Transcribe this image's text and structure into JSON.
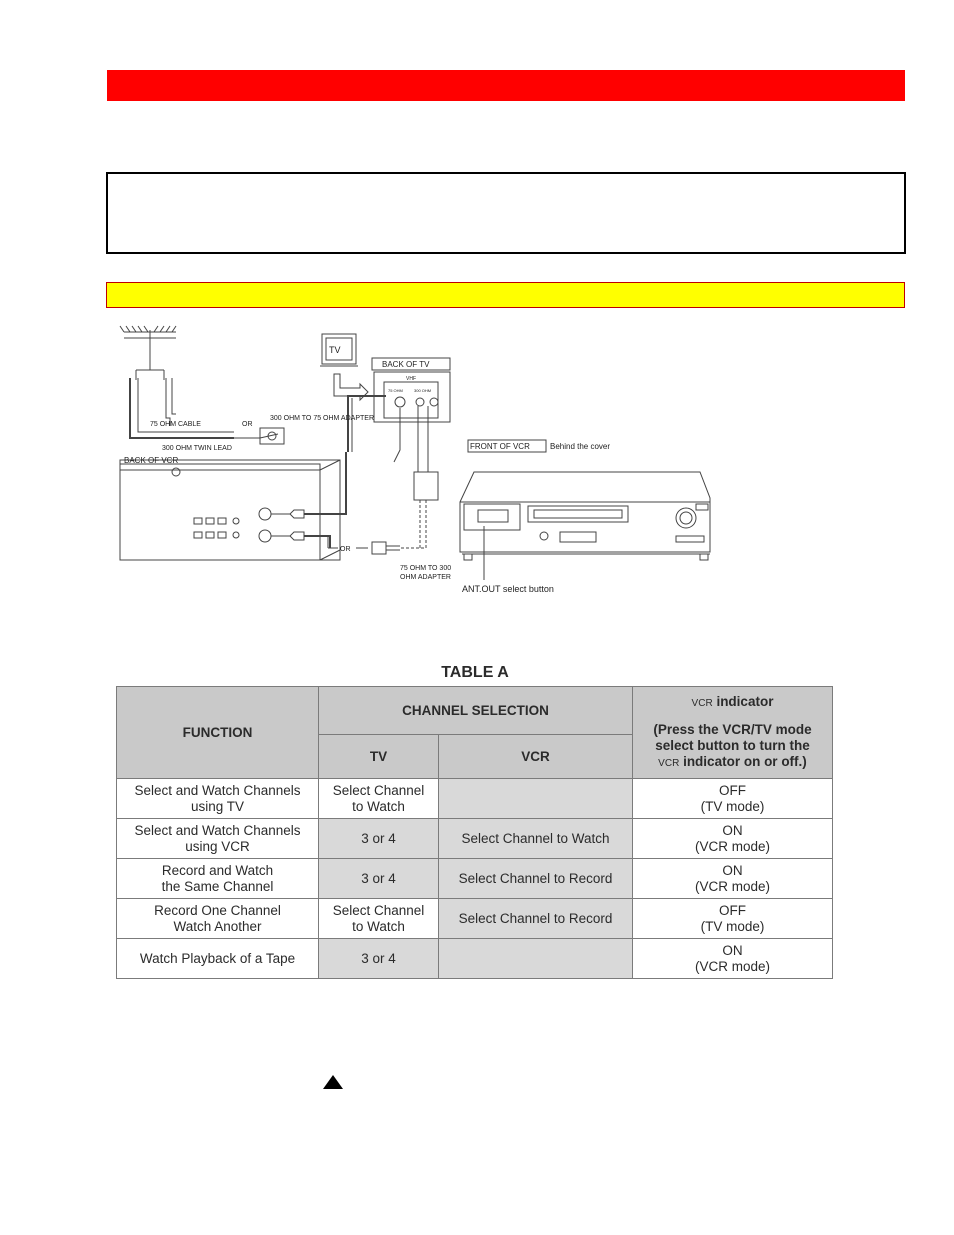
{
  "diagram": {
    "labels": {
      "cable_75": "75 OHM CABLE",
      "or_vertical": "OR",
      "adapter_300_75": "300 OHM TO 75 OHM ADAPTER",
      "twin_lead": "300 OHM TWIN LEAD",
      "back_of_vcr": "BACK OF VCR",
      "tv": "TV",
      "back_of_tv": "BACK OF TV",
      "vhf": "VHF",
      "ohm_75_small": "75 OHM",
      "ohm_300_small": "300 OHM",
      "front_of_vcr": "FRONT OF VCR",
      "behind_cover": "Behind the cover",
      "or_horizontal": "OR",
      "adapter_75_300_line1": "75 OHM TO 300",
      "adapter_75_300_line2": "OHM ADAPTER",
      "ant_out": "ANT.OUT select button"
    }
  },
  "table": {
    "title": "TABLE A",
    "headers": {
      "function": "FUNCTION",
      "channel_selection": "CHANNEL SELECTION",
      "tv": "TV",
      "vcr": "VCR",
      "indicator_prefix": "VCR",
      "indicator_word": "indicator",
      "indicator_note_1": "(Press the VCR/TV mode",
      "indicator_note_2": "select button to turn the",
      "indicator_note_prefix": "VCR",
      "indicator_note_3": "indicator on or off.)"
    },
    "rows": [
      {
        "function_1": "Select and Watch Channels",
        "function_2": "using TV",
        "tv_1": "Select Channel",
        "tv_2": "to Watch",
        "vcr": "",
        "ind_1": "OFF",
        "ind_2": "(TV mode)"
      },
      {
        "function_1": "Select and Watch Channels",
        "function_2": "using VCR",
        "tv_1": "3 or 4",
        "tv_2": "",
        "vcr": "Select Channel to Watch",
        "ind_1": "ON",
        "ind_2": "(VCR mode)"
      },
      {
        "function_1": "Record and Watch",
        "function_2": "the Same Channel",
        "tv_1": "3 or 4",
        "tv_2": "",
        "vcr": "Select Channel to Record",
        "ind_1": "ON",
        "ind_2": "(VCR mode)"
      },
      {
        "function_1": "Record One Channel",
        "function_2": "Watch Another",
        "tv_1": "Select Channel",
        "tv_2": "to Watch",
        "vcr": "Select Channel to Record",
        "ind_1": "OFF",
        "ind_2": "(TV mode)"
      },
      {
        "function_1": "Watch Playback of a Tape",
        "function_2": "",
        "tv_1": "3 or 4",
        "tv_2": "",
        "vcr": "",
        "ind_1": "ON",
        "ind_2": "(VCR mode)"
      }
    ]
  },
  "icons": {
    "up_arrow": "up-triangle-icon"
  }
}
